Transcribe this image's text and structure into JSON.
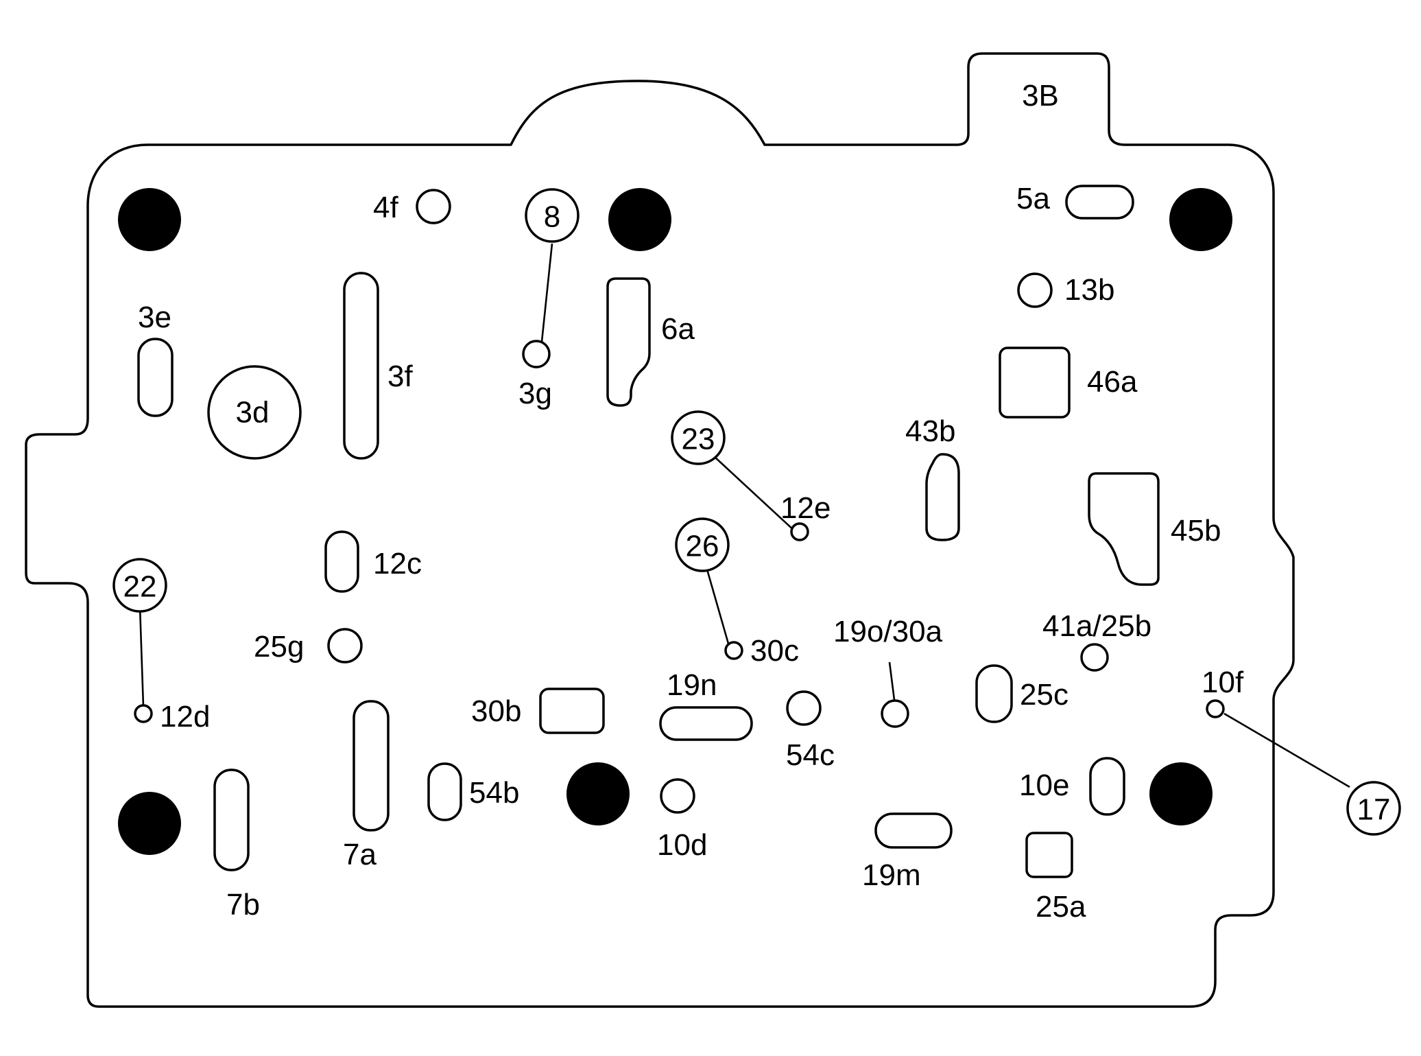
{
  "plate": {
    "id": "3B",
    "passages": {
      "p3d": "3d",
      "p3e": "3e",
      "p3f": "3f",
      "p3g": "3g",
      "p4f": "4f",
      "p5a": "5a",
      "p6a": "6a",
      "p7a": "7a",
      "p7b": "7b",
      "p10d": "10d",
      "p10e": "10e",
      "p10f": "10f",
      "p12c": "12c",
      "p12d": "12d",
      "p12e": "12e",
      "p13b": "13b",
      "p19m": "19m",
      "p19n": "19n",
      "p19o30a": "19o/30a",
      "p25a": "25a",
      "p25c": "25c",
      "p25g": "25g",
      "p30b": "30b",
      "p30c": "30c",
      "p41a25b": "41a/25b",
      "p43b": "43b",
      "p45b": "45b",
      "p46a": "46a",
      "p54b": "54b",
      "p54c": "54c"
    },
    "callouts": {
      "c8": "8",
      "c17": "17",
      "c22": "22",
      "c23": "23",
      "c26": "26"
    }
  }
}
